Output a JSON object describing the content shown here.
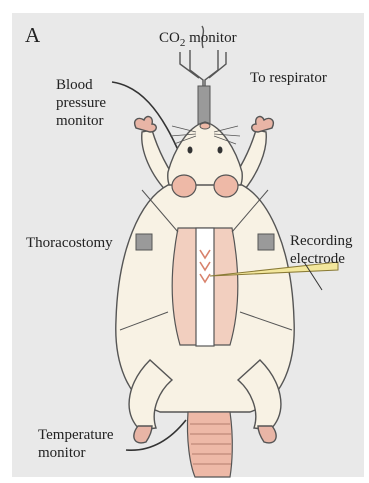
{
  "panel_letter": "A",
  "labels": {
    "co2_prefix": "CO",
    "co2_subscript": "2",
    "co2_suffix": " monitor",
    "respirator": "To respirator",
    "blood_pressure_line1": "Blood",
    "blood_pressure_line2": "pressure",
    "blood_pressure_line3": "monitor",
    "thoracostomy": "Thoracostomy",
    "recording_line1": "Recording",
    "recording_line2": "electrode",
    "temperature_line1": "Temperature",
    "temperature_line2": "monitor"
  },
  "colors": {
    "background": "#e9e9e9",
    "body_fill": "#f8f2e4",
    "body_stroke": "#555555",
    "skin_pink": "#eeb9a7",
    "tissue": "#f2cfbf",
    "paw": "#e8b5a6",
    "tube_gray": "#9a9a9a",
    "electrode_yellow": "#f3e79c",
    "heart_red": "#d8826c"
  },
  "icons": {
    "subject": "rat-silhouette-icon",
    "tube": "tracheal-tube-icon",
    "chest_tube": "chest-tube-icon",
    "electrode": "needle-electrode-icon"
  }
}
